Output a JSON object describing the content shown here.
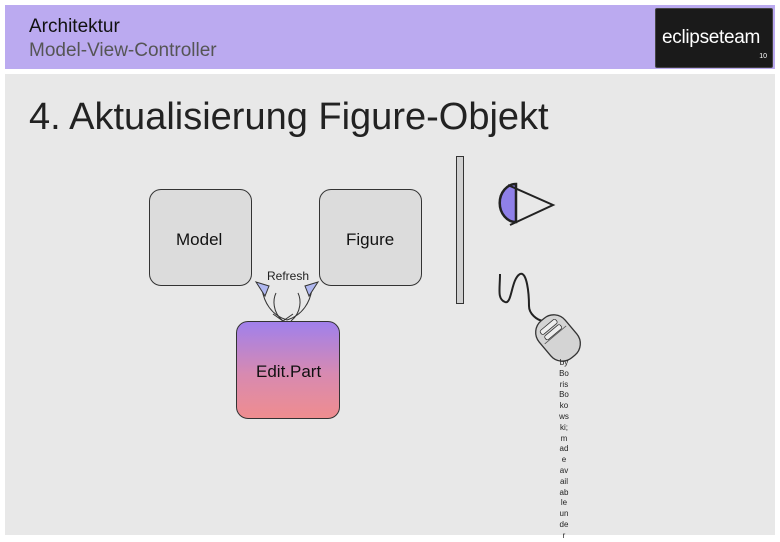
{
  "header": {
    "title": "Architektur",
    "subtitle": "Model-View-Controller",
    "logo_text": "eclipseteam",
    "page_number": "10"
  },
  "slide": {
    "title": "4. Aktualisierung Figure-Objekt"
  },
  "diagram": {
    "model_label": "Model",
    "figure_label": "Figure",
    "editpart_label": "Edit.Part",
    "refresh_label": "Refresh",
    "eye_icon": "eye-icon",
    "mouse_icon": "mouse-icon",
    "vertical_text": [
      "by",
      "Bo",
      "ris",
      "Bo",
      "ko",
      "ws",
      "ki;",
      "m",
      "ad",
      "e",
      "av",
      "ail",
      "ab",
      "le",
      "un",
      "de",
      "r"
    ]
  },
  "colors": {
    "header_bg": "#bbaaf0",
    "content_bg": "#e8e8e8",
    "box_bg": "#dcdcdc",
    "editpart_top": "#a080ec",
    "editpart_bottom": "#ef8d8f",
    "eye_iris": "#8f80e8",
    "arrowhead": "#b0b8f0"
  }
}
